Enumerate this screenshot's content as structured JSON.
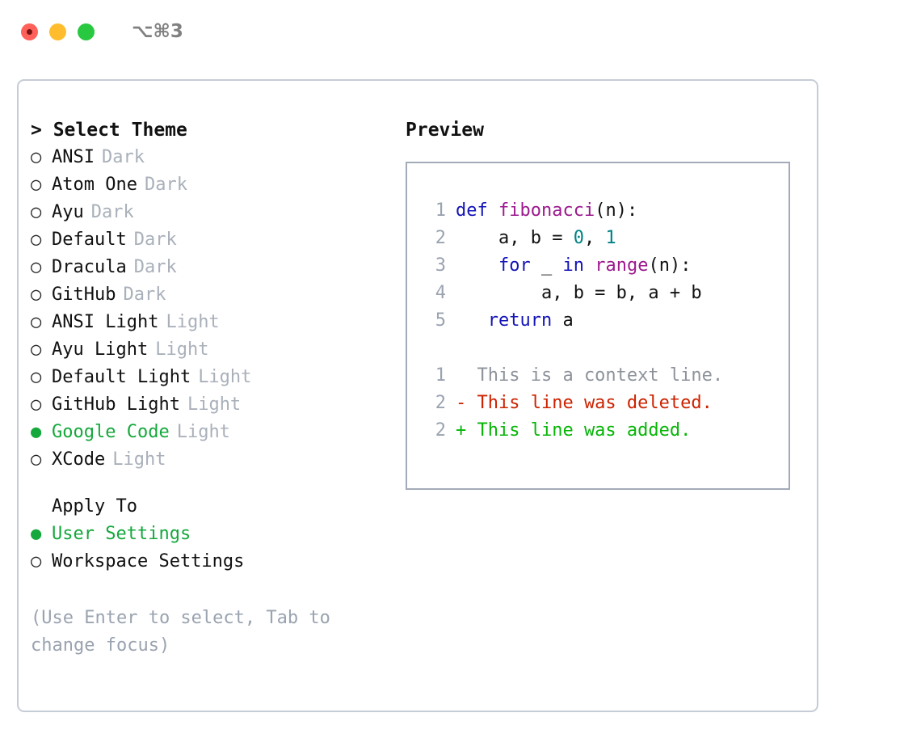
{
  "titlebar": {
    "shortcut": "⌥⌘3",
    "buttons": [
      {
        "name": "close",
        "color": "#ff6059"
      },
      {
        "name": "minimize",
        "color": "#ffbd2e"
      },
      {
        "name": "maximize",
        "color": "#28c840"
      }
    ]
  },
  "theme_picker": {
    "header": "> Select Theme",
    "options": [
      {
        "marker": "○",
        "label": "ANSI",
        "tag": "Dark",
        "selected": false
      },
      {
        "marker": "○",
        "label": "Atom One",
        "tag": "Dark",
        "selected": false
      },
      {
        "marker": "○",
        "label": "Ayu",
        "tag": "Dark",
        "selected": false
      },
      {
        "marker": "○",
        "label": "Default",
        "tag": "Dark",
        "selected": false
      },
      {
        "marker": "○",
        "label": "Dracula",
        "tag": "Dark",
        "selected": false
      },
      {
        "marker": "○",
        "label": "GitHub",
        "tag": "Dark",
        "selected": false
      },
      {
        "marker": "○",
        "label": "ANSI Light",
        "tag": "Light",
        "selected": false
      },
      {
        "marker": "○",
        "label": "Ayu Light",
        "tag": "Light",
        "selected": false
      },
      {
        "marker": "○",
        "label": "Default Light",
        "tag": "Light",
        "selected": false
      },
      {
        "marker": "○",
        "label": "GitHub Light",
        "tag": "Light",
        "selected": false
      },
      {
        "marker": "●",
        "label": "Google Code",
        "tag": "Light",
        "selected": true
      },
      {
        "marker": "○",
        "label": "XCode",
        "tag": "Light",
        "selected": false
      }
    ]
  },
  "apply_to": {
    "header": "Apply To",
    "options": [
      {
        "marker": "●",
        "label": "User Settings",
        "selected": true
      },
      {
        "marker": "○",
        "label": "Workspace Settings",
        "selected": false
      }
    ]
  },
  "hint": "(Use Enter to select, Tab to\nchange focus)",
  "preview": {
    "title": "Preview",
    "code_lines": [
      {
        "num": "1",
        "tokens": [
          {
            "t": "def ",
            "c": "kw"
          },
          {
            "t": "fibonacci",
            "c": "fn"
          },
          {
            "t": "(n):",
            "c": "pl"
          }
        ]
      },
      {
        "num": "2",
        "tokens": [
          {
            "t": "    a, b = ",
            "c": "pl"
          },
          {
            "t": "0",
            "c": "num"
          },
          {
            "t": ", ",
            "c": "pl"
          },
          {
            "t": "1",
            "c": "num"
          }
        ]
      },
      {
        "num": "3",
        "tokens": [
          {
            "t": "    ",
            "c": "pl"
          },
          {
            "t": "for",
            "c": "kw"
          },
          {
            "t": " _ ",
            "c": "pl"
          },
          {
            "t": "in",
            "c": "kw"
          },
          {
            "t": " ",
            "c": "pl"
          },
          {
            "t": "range",
            "c": "fn"
          },
          {
            "t": "(n):",
            "c": "pl"
          }
        ]
      },
      {
        "num": "4",
        "tokens": [
          {
            "t": "        a, b = b, a + b",
            "c": "pl"
          }
        ]
      },
      {
        "num": "5",
        "tokens": [
          {
            "t": "   ",
            "c": "pl"
          },
          {
            "t": "return",
            "c": "kw"
          },
          {
            "t": " a",
            "c": "pl"
          }
        ]
      }
    ],
    "diff_lines": [
      {
        "num": "1",
        "tokens": [
          {
            "t": "  This is a context line.",
            "c": "ctx"
          }
        ]
      },
      {
        "num": "2",
        "tokens": [
          {
            "t": "- This line was deleted.",
            "c": "del"
          }
        ]
      },
      {
        "num": "2",
        "tokens": [
          {
            "t": "+ This line was added.",
            "c": "add"
          }
        ]
      }
    ]
  },
  "colors": {
    "accent_green": "#15a83c",
    "muted": "#a9b0ba",
    "hint": "#9aa3b0",
    "keyword": "#1414b8",
    "function": "#9c1a8e",
    "number": "#008284",
    "deleted": "#cc2200",
    "added": "#06b506",
    "panel_border": "#c6ccd6",
    "preview_border": "#a3abb9"
  }
}
